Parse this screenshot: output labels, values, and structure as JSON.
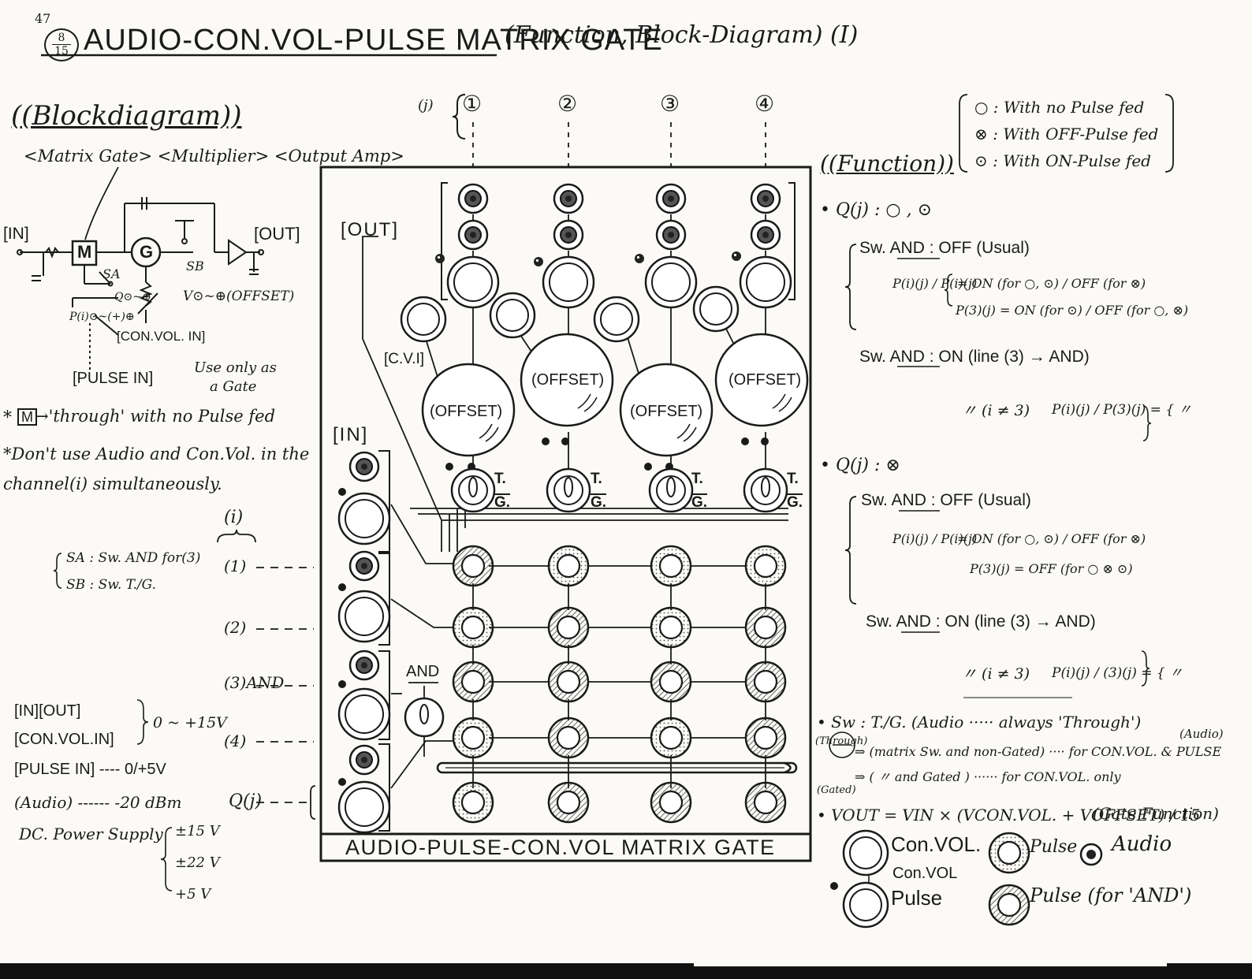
{
  "header": {
    "page_number": "47",
    "badge_top": "8",
    "badge_bottom": "15",
    "title": "AUDIO-CON.VOL-PULSE MATRIX GATE",
    "subtitle": "(Function, Block-Diagram) (I)"
  },
  "blockdiagram": {
    "heading": "((Blockdiagram))",
    "stage_labels": "<Matrix Gate> <Multiplier> <Output Amp>",
    "in_label": "[IN]",
    "out_label": "[OUT]",
    "mult_symbol": "M",
    "gate_symbol": "G",
    "sa_label": "SA",
    "sb_label": "SB",
    "q_label": "Q⊙~⊕",
    "v_label": "V⊙~⊕(OFFSET)",
    "p_label": "P(i)⊙~(+)⊕",
    "convol_label": "[CON.VOL. IN]",
    "pulse_label": "[PULSE IN]",
    "use_note_1": "Use only as",
    "use_note_2": "a Gate"
  },
  "notes": {
    "note1_prefix": "*",
    "note1_symbol": "M",
    "note1_text": "→'through' with no Pulse fed",
    "note2_line1": "*Don't use Audio and Con.Vol. in the",
    "note2_line2": "channel(i) simultaneously."
  },
  "switch_def": {
    "sa": "SA : Sw. AND for(3)",
    "sb": "SB : Sw. T./G."
  },
  "specs": {
    "io_line1": "[IN][OUT]",
    "io_line2": "[CON.VOL.IN]",
    "io_range": "0 ~ +15V",
    "pulse": "[PULSE IN] ---- 0/+5V",
    "audio": "(Audio) ------ -20 dBm",
    "power_label": "DC. Power Supply",
    "power_values": [
      "±15 V",
      "±22 V",
      "+5 V"
    ]
  },
  "panel": {
    "columns": [
      "①",
      "②",
      "③",
      "④"
    ],
    "col_j": "(j)",
    "out_label": "[OUT]",
    "cvi_label": "[C.V.I]",
    "in_label": "[IN]",
    "offset_label": "(OFFSET)",
    "tg_top": "T.",
    "tg_bottom": "G.",
    "and_label": "AND",
    "rows": [
      "(i)",
      "(1)",
      "(2)",
      "(3)AND",
      "(4)",
      "Q(j)"
    ],
    "nameplate": "AUDIO-PULSE-CON.VOL MATRIX GATE"
  },
  "legend": {
    "items": [
      "○ : With no Pulse fed",
      "⊗ : With OFF-Pulse fed",
      "⊙ : With ON-Pulse fed"
    ]
  },
  "function": {
    "heading": "((Function))",
    "q1_head": "• Q(j) : ○ , ⊙",
    "q1_sw_off": "Sw. AND : OFF (Usual)",
    "q1_p_lhs": "P(i)(j) / P(i)(j)",
    "q1_p_mid": "= ON (for ○, ⊙) / OFF (for ⊗)",
    "q1_p_right": "P(3)(j) = ON (for ⊙) / OFF (for ○, ⊗)",
    "q1_sw_on": "Sw. AND : ON (line (3) → AND)",
    "q1_ne3": "〃 (i ≠ 3)",
    "q1_ne3_right": "P(i)(j) / P(3)(j) = { 〃",
    "q2_head": "• Q(j) : ⊗",
    "q2_sw_off": "Sw. AND : OFF (Usual)",
    "q2_p_lhs": "P(i)(j) / P(i)(j)",
    "q2_p_mid": "= ON (for ○, ⊙) / OFF (for ⊗)",
    "q2_p_right": "P(3)(j) = OFF (for ○ ⊗ ⊙)",
    "q2_sw_on": "Sw. AND : ON (line (3) → AND)",
    "q2_ne3": "〃 (i ≠ 3)",
    "q2_ne3_right": "P(i)(j) / (3)(j) = { 〃",
    "sw_tg_head": "• Sw : T./G. (Audio ····· always 'Through')",
    "through_label": "(Through)",
    "gated_label": "(Gated)",
    "through_desc": "⇒ (matrix Sw. and non-Gated) ···· for CON.VOL. & PULSE",
    "audio_note": "(Audio)",
    "gated_desc": "⇒ ( 〃 and Gated ) ······ for CON.VOL. only",
    "formula": "• VOUT = VIN × (VCON.VOL. + VOFFSET) / 15",
    "formula_note": "(Gate Function)"
  },
  "jack_legend": {
    "convol": "Con.VOL.",
    "pulse": "Pulse",
    "audio": "Audio",
    "convol_pulse_1": "Con.VOL",
    "convol_pulse_2": "Pulse",
    "pulse_and": "Pulse (for 'AND')"
  }
}
